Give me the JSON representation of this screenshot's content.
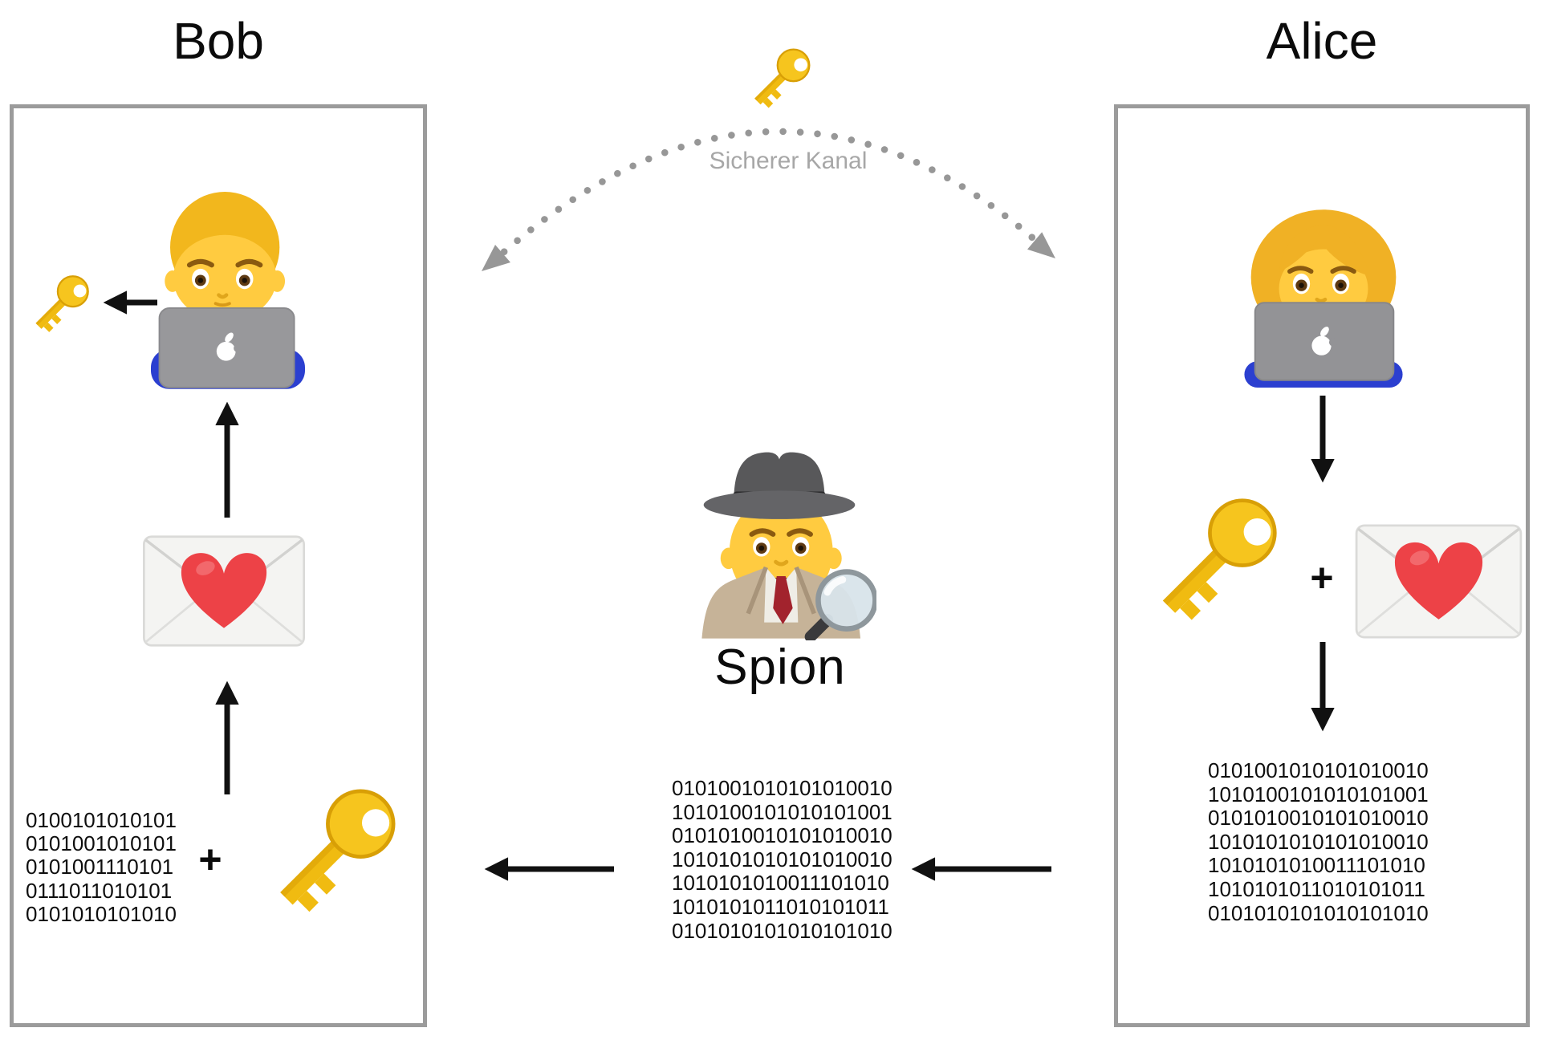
{
  "titles": {
    "bob": "Bob",
    "alice": "Alice",
    "spy": "Spion"
  },
  "secure_channel_label": "Sicherer Kanal",
  "bob_panel": {
    "plus": "+",
    "binary_lines": [
      "0100101010101",
      "0101001010101",
      "0101001110101",
      "0111011010101",
      "0101010101010"
    ]
  },
  "intercepted_message": {
    "binary_lines": [
      "0101001010101010010",
      "1010100101010101001",
      "0101010010101010010",
      "1010101010101010010",
      "1010101010011101010",
      "1010101011010101011",
      "0101010101010101010"
    ]
  },
  "alice_panel": {
    "plus": "+",
    "binary_lines": [
      "0101001010101010010",
      "1010100101010101001",
      "0101010010101010010",
      "1010101010101010010",
      "1010101010011101010",
      "1010101011010101011",
      "0101010101010101010"
    ]
  },
  "icons": {
    "key": "key-icon",
    "love_letter": "love-letter-icon",
    "man_technologist": "man-technologist-icon",
    "woman_technologist": "woman-technologist-icon",
    "detective": "detective-icon"
  },
  "colors": {
    "key_gold": "#F6C51E",
    "heart_red": "#ED4247",
    "arrow_black": "#111111",
    "channel_gray": "#9E9E9E",
    "box_border_gray": "#9B9B9B",
    "laptop_gray": "#98989B",
    "shirt_blue": "#2B3FD0",
    "coat_beige": "#C6B398",
    "hat_gray": "#58585A"
  }
}
